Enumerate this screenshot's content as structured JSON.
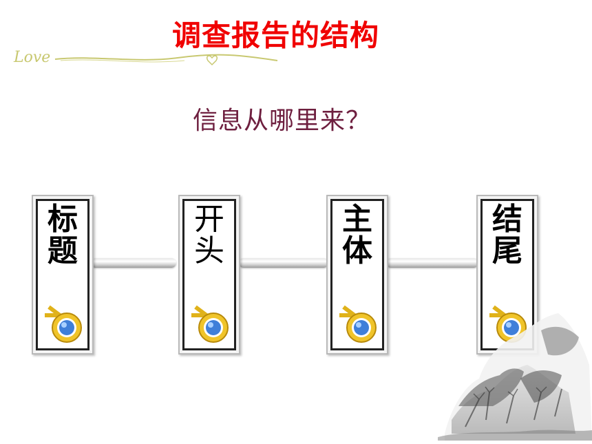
{
  "page": {
    "title": "调查报告的结构",
    "subtitle": "信息从哪里来？",
    "decoration_text": "Love"
  },
  "cards": [
    {
      "label": "标题",
      "bold": true
    },
    {
      "label": "开头",
      "bold": false
    },
    {
      "label": "主体",
      "bold": true
    },
    {
      "label": "结尾",
      "bold": true
    }
  ],
  "colors": {
    "title": "#f00000",
    "subtitle": "#6e1f3f",
    "icon_ring": "#e0b21a",
    "icon_ball": "#3f7fd9",
    "decoration": "#c8c870"
  },
  "icons": [
    "blender-logo-icon",
    "landscape-painting"
  ]
}
